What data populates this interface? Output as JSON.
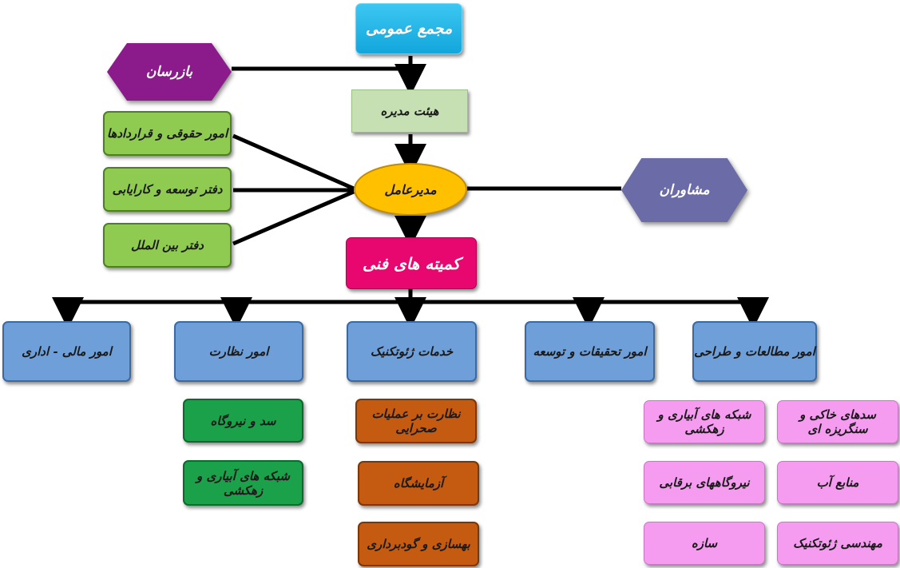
{
  "top": {
    "general_assembly": "مجمع عمومی",
    "board": "هیئت مدیره",
    "inspectors": "بازرسان",
    "ceo": "مدیرعامل",
    "advisors": "مشاوران",
    "tech_committees": "کمیته های فنی"
  },
  "staff": [
    "امور حقوقی و قراردادها",
    "دفتر توسعه و کارایابی",
    "دفتر بین الملل"
  ],
  "departments": {
    "studies": "امور مطالعات و طراحی",
    "research": "امور تحقیقات و توسعه",
    "geotech": "خدمات ژئوتکنیک",
    "supervision": "امور نظارت",
    "finance": "امور مالی - اداری"
  },
  "supervision_items": [
    "سد و نیروگاه",
    "شبکه های آبیاری و زهکشی"
  ],
  "geotech_items": [
    "نظارت بر عملیات صحرایی",
    "آزمایشگاه",
    "بهسازی و گودبرداری"
  ],
  "studies_items": {
    "right": [
      "سدهای خاکی و سنگریزه ای",
      "منابع آب",
      "مهندسی ژئوتکنیک"
    ],
    "left": [
      "شبکه های آبیاری و زهکشی",
      "نیروگاههای برقابی",
      "سازه"
    ]
  },
  "colors": {
    "connector": "#000000",
    "cyan": "#1ab3e6",
    "pink": "#e8076e",
    "green": "#8fcb50",
    "blue": "#6f9fd8",
    "dark_green": "#1aa14a",
    "orange": "#c55a11",
    "violet": "#f59cf0",
    "gold": "#ffc000",
    "purple": "#8b1a8b",
    "slate": "#6b6ba8"
  }
}
